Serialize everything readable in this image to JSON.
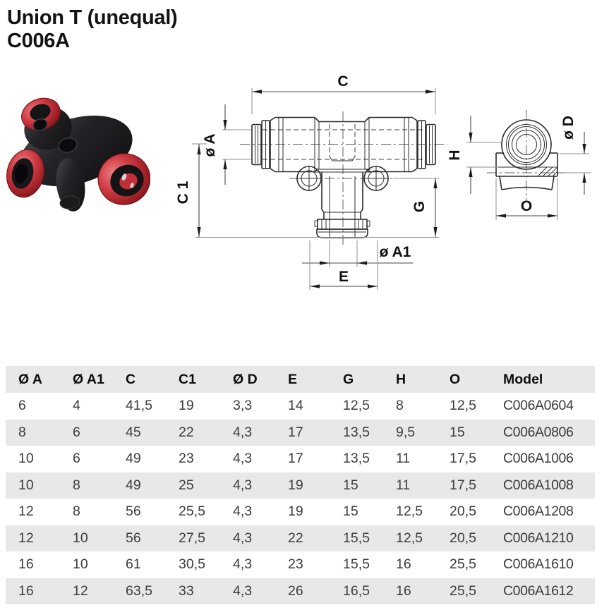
{
  "title": {
    "line1": "Union T (unequal)",
    "line2": "C006A"
  },
  "photo": {
    "description": "push-in union tee fitting, black body with red collets",
    "accent_red": "#c1333c",
    "body_black": "#1c1c20"
  },
  "drawing": {
    "labels": {
      "c": "C",
      "dia_a": "ø A",
      "c1": "C 1",
      "g": "G",
      "dia_a1": "ø A1",
      "e": "E",
      "h": "H",
      "dia_d": "ø D",
      "o": "O"
    }
  },
  "table": {
    "columns": [
      "Ø A",
      "Ø A1",
      "C",
      "C1",
      "Ø D",
      "E",
      "G",
      "H",
      "O",
      "Model"
    ],
    "rows": [
      [
        "6",
        "4",
        "41,5",
        "19",
        "3,3",
        "14",
        "12,5",
        "8",
        "12,5",
        "C006A0604"
      ],
      [
        "8",
        "6",
        "45",
        "22",
        "4,3",
        "17",
        "13,5",
        "9,5",
        "15",
        "C006A0806"
      ],
      [
        "10",
        "6",
        "49",
        "23",
        "4,3",
        "17",
        "13,5",
        "11",
        "17,5",
        "C006A1006"
      ],
      [
        "10",
        "8",
        "49",
        "25",
        "4,3",
        "19",
        "15",
        "11",
        "17,5",
        "C006A1008"
      ],
      [
        "12",
        "8",
        "56",
        "25,5",
        "4,3",
        "19",
        "15",
        "12,5",
        "20,5",
        "C006A1208"
      ],
      [
        "12",
        "10",
        "56",
        "27,5",
        "4,3",
        "22",
        "15,5",
        "12,5",
        "20,5",
        "C006A1210"
      ],
      [
        "16",
        "10",
        "61",
        "30,5",
        "4,3",
        "23",
        "15,5",
        "16",
        "25,5",
        "C006A1610"
      ],
      [
        "16",
        "12",
        "63,5",
        "33",
        "4,3",
        "26",
        "16,5",
        "16",
        "25,5",
        "C006A1612"
      ]
    ]
  },
  "colors": {
    "row_stripe": "#e8e8e8",
    "text": "#3d3d3d",
    "heading": "#131313"
  }
}
